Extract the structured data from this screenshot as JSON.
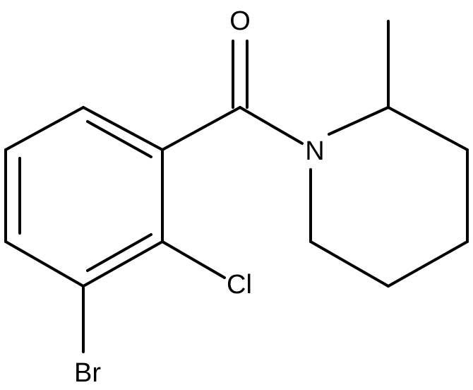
{
  "molecule": {
    "atoms": {
      "oxygen": "O",
      "nitrogen": "N",
      "chlorine": "Cl",
      "bromine": "Br"
    },
    "colors": {
      "bond": "#000000",
      "label": "#000000",
      "background": "#ffffff"
    }
  }
}
